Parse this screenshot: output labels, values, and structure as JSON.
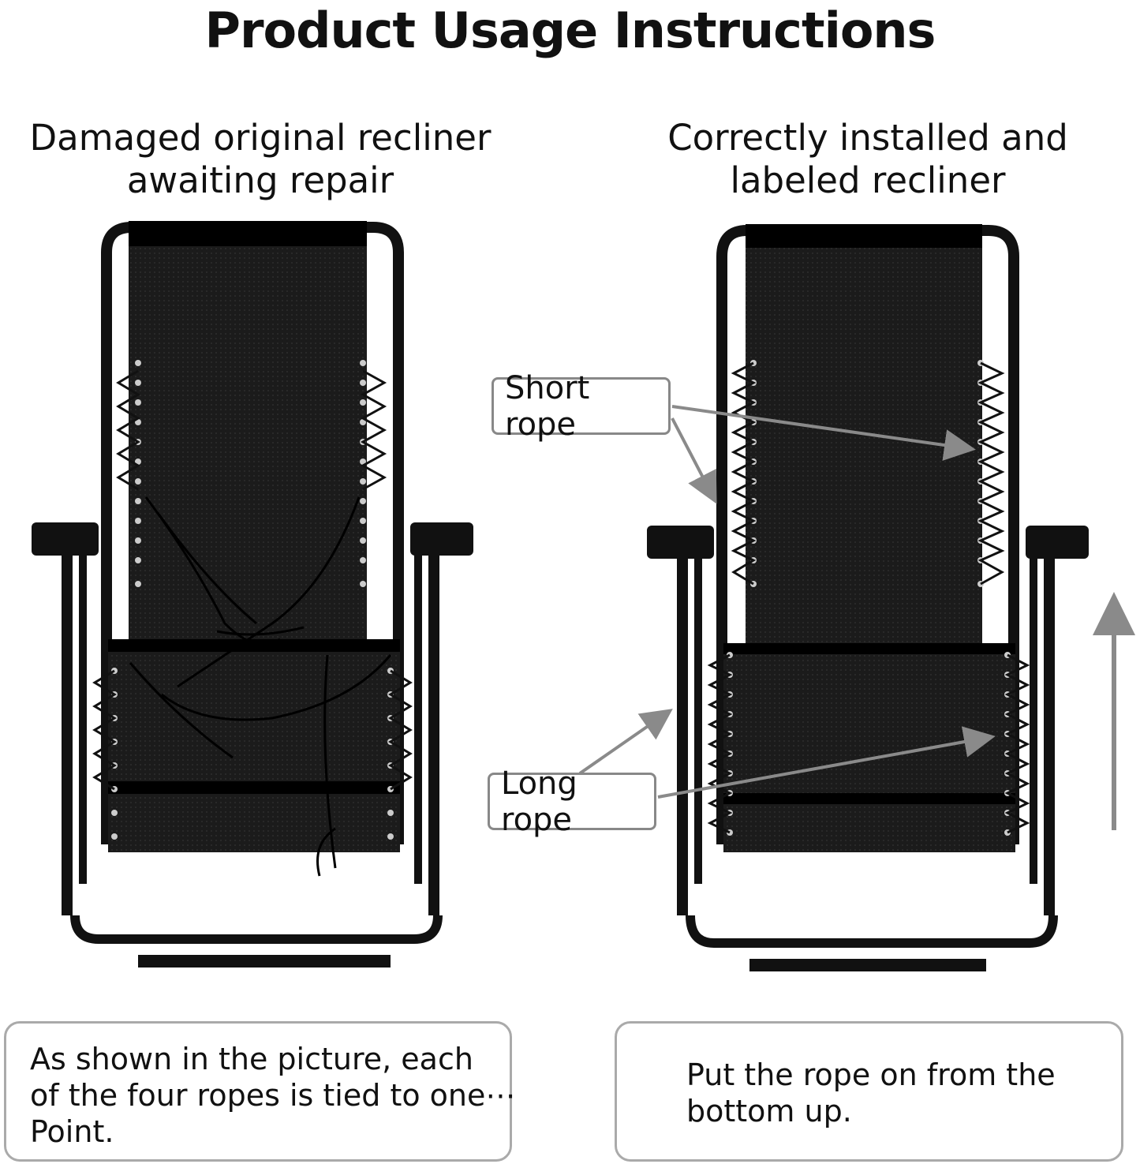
{
  "title": "Product Usage Instructions",
  "left_panel": {
    "heading_line1": "Damaged original recliner",
    "heading_line2": "awaiting repair",
    "chair_image": "damaged-recliner-illustration",
    "note_line1": "As shown in the picture, each",
    "note_line2": "of the four ropes is tied to one⋯",
    "note_line3": "Point."
  },
  "right_panel": {
    "heading_line1": "Correctly installed and",
    "heading_line2": "labeled recliner",
    "chair_image": "installed-recliner-illustration",
    "short_rope_label": "Short rope",
    "long_rope_label": "Long rope",
    "note_line1": "Put the rope on from the",
    "note_line2": "bottom up."
  },
  "colors": {
    "background": "#ffffff",
    "chair": "#111111",
    "arrow": "#8a8a8a",
    "box_border": "#aaaaaa"
  },
  "icons": [
    "arrow-icon",
    "up-arrow-icon"
  ]
}
